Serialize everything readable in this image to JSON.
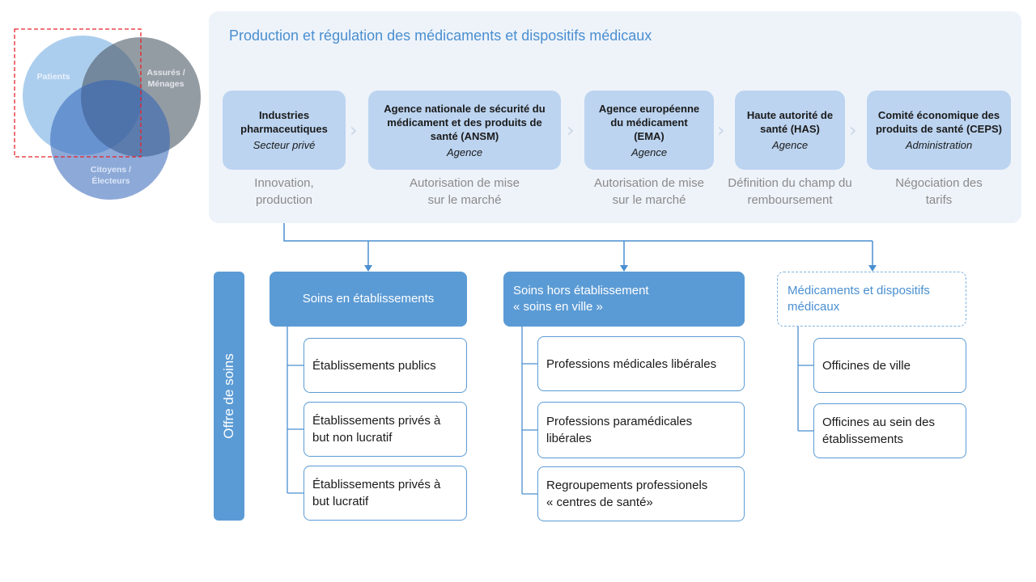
{
  "venn": {
    "circles": [
      {
        "label": "Patients",
        "color": "#3a8ad6"
      },
      {
        "label": "Assurés /\nMénages",
        "color": "#4d5a66"
      },
      {
        "label": "Citoyens /\nÉlecteurs",
        "color": "#2f63b8"
      }
    ],
    "highlight_color": "#e8232a"
  },
  "regulation": {
    "title": "Production et régulation des médicaments et dispositifs médicaux",
    "actors": [
      {
        "name": "Industries\npharmaceutiques",
        "type": "Secteur privé",
        "role": "Innovation,\nproduction"
      },
      {
        "name": "Agence nationale de sécurité du\nmédicament et des produits de\nsanté (ANSM)",
        "type": "Agence",
        "role": "Autorisation de mise\nsur le marché"
      },
      {
        "name": "Agence européenne\ndu médicament\n(EMA)",
        "type": "Agence",
        "role": "Autorisation de mise\nsur le marché"
      },
      {
        "name": "Haute autorité de\nsanté (HAS)",
        "type": "Agence",
        "role": "Définition du champ du\nremboursement"
      },
      {
        "name": "Comité économique des\nproduits de santé (CEPS)",
        "type": "Administration",
        "role": "Négociation des\ntarifs"
      }
    ],
    "chevron": "›"
  },
  "offre": {
    "label": "Offre de soins",
    "columns": [
      {
        "title": "Soins en établissements",
        "items": [
          "Établissements publics",
          "Établissements privés à\nbut non lucratif",
          "Établissements privés à\nbut lucratif"
        ]
      },
      {
        "title": "Soins hors établissement\n« soins en ville »",
        "items": [
          "Professions médicales libérales",
          "Professions paramédicales\nlibérales",
          "Regroupements professionels\n« centres de santé»"
        ]
      },
      {
        "title": "Médicaments et dispositifs\nmédicaux",
        "items": [
          "Officines de ville",
          "Officines au sein des\nétablissements"
        ]
      }
    ]
  },
  "colors": {
    "accent": "#5b9bd5",
    "panel": "#eef3fa",
    "actor": "#bcd4f0",
    "muted_text": "#8a8a8a"
  }
}
